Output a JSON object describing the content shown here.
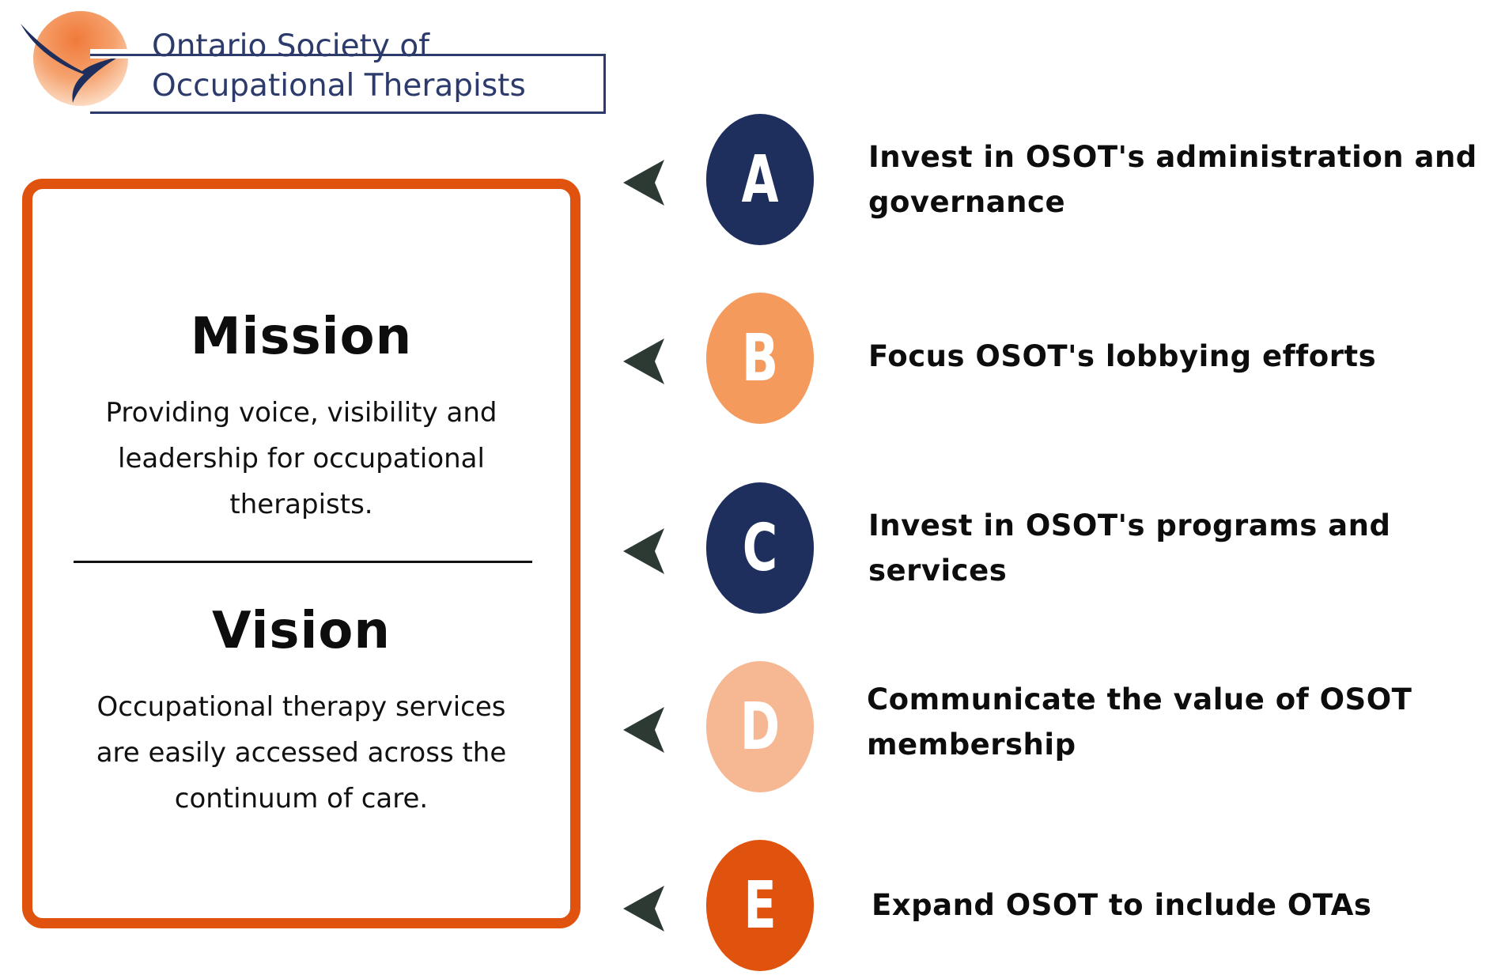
{
  "logo": {
    "name_line1": "Ontario Society of",
    "name_line2": "Occupational Therapists",
    "colors": {
      "text": "#2c3b6b",
      "emblem_orange": "#f39a5c",
      "emblem_navy": "#1e2f5e"
    }
  },
  "panel": {
    "border_color": "#e0530e",
    "mission_heading": "Mission",
    "mission_line1": "Providing voice, visibility and",
    "mission_line2": "leadership for occupational",
    "mission_line3": "therapists.",
    "vision_heading": "Vision",
    "vision_line1": "Occupational therapy services",
    "vision_line2": "are easily accessed across the",
    "vision_line3": "continuum of care."
  },
  "goals": [
    {
      "letter": "A",
      "color": "#1e2f5e",
      "line1": "Invest in OSOT's administration and",
      "line2": "governance",
      "arrow_icon": "left-arrowhead-icon"
    },
    {
      "letter": "B",
      "color": "#f39a5c",
      "line1": "Focus OSOT's lobbying efforts",
      "line2": "",
      "arrow_icon": "left-arrowhead-icon"
    },
    {
      "letter": "C",
      "color": "#1e2f5e",
      "line1": "Invest in OSOT's programs and",
      "line2": "services",
      "arrow_icon": "left-arrowhead-icon"
    },
    {
      "letter": "D",
      "color": "#f5b893",
      "line1": "Communicate the value of OSOT",
      "line2": "membership",
      "arrow_icon": "left-arrowhead-icon"
    },
    {
      "letter": "E",
      "color": "#e0530e",
      "line1": "Expand OSOT to include OTAs",
      "line2": "",
      "arrow_icon": "left-arrowhead-icon"
    }
  ],
  "arrow_color": "#2d3a33"
}
